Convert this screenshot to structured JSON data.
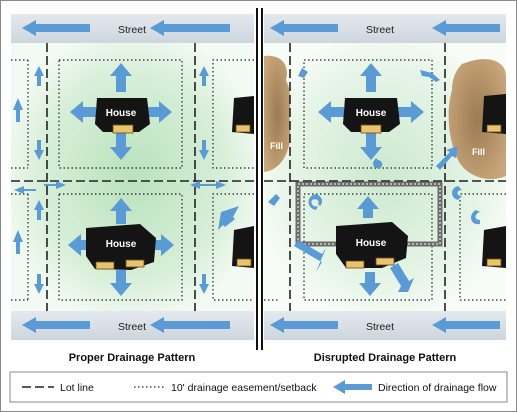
{
  "panels": {
    "left": {
      "caption": "Proper Drainage Pattern",
      "street_label": "Street",
      "house_label": "House"
    },
    "right": {
      "caption": "Disrupted Drainage Pattern",
      "street_label": "Street",
      "house_label": "House",
      "fill_label": "Fill"
    }
  },
  "legend": {
    "lot_line": "Lot line",
    "easement": "10' drainage easement/setback",
    "flow": "Direction of drainage flow"
  },
  "colors": {
    "flow_arrow": "#5b9bd5",
    "street": "#d6dde3",
    "yard_green": "#cde9cf",
    "fill_soil": "#b8946b",
    "house_roof": "#141414"
  }
}
